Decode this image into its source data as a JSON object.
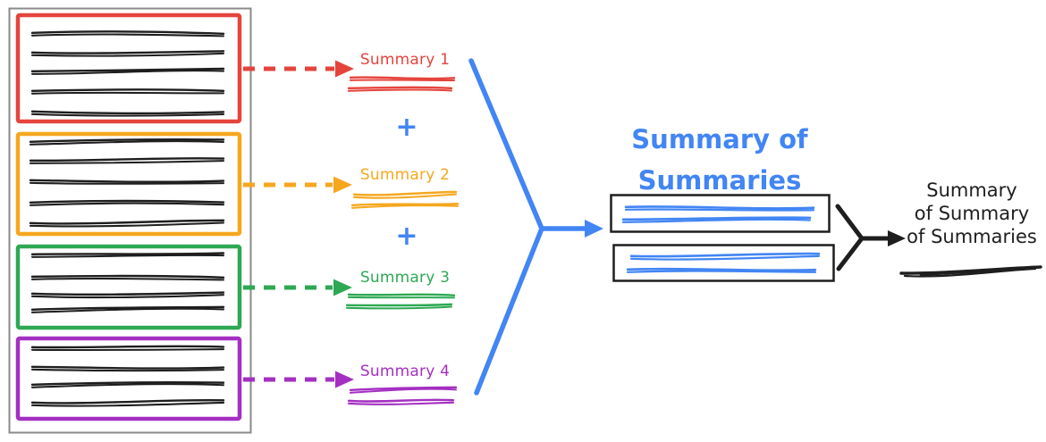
{
  "summaries": [
    {
      "label": "Summary 1"
    },
    {
      "label": "Summary 2"
    },
    {
      "label": "Summary 3"
    },
    {
      "label": "Summary 4"
    }
  ],
  "operator_plus": "+",
  "merged_summary": {
    "title": "Summary of Summaries",
    "title_lines": [
      "Summary of",
      "Summaries"
    ]
  },
  "final_summary": {
    "label": "Summary of Summary of Summaries",
    "label_lines": [
      "Summary",
      "of Summary",
      "of Summaries"
    ]
  },
  "colors": {
    "summary1": "#E5443C",
    "summary2": "#F6A71E",
    "summary3": "#2EA853",
    "summary4": "#A42FC2",
    "blue": "#4285F4",
    "ink": "#1E1E1E",
    "frame": "#8A8A8A"
  }
}
